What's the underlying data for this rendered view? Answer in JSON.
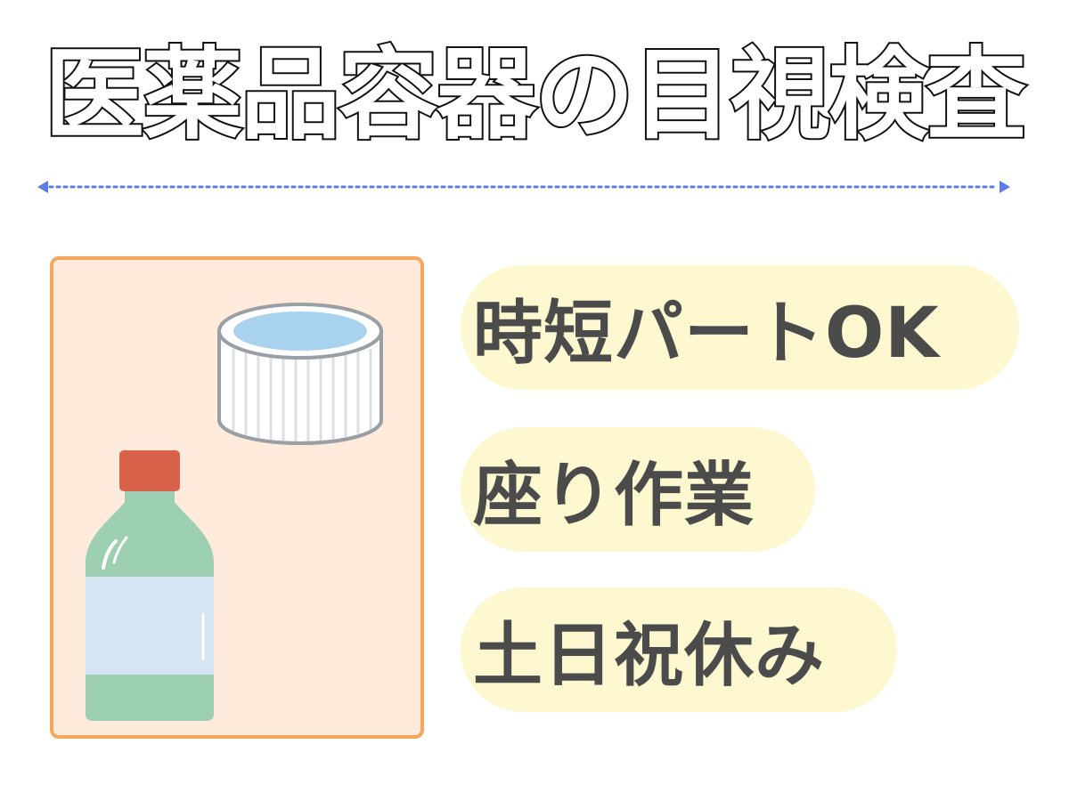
{
  "title": "医薬品容器の目視検査",
  "features": [
    {
      "label": "時短パートOK"
    },
    {
      "label": "座り作業"
    },
    {
      "label": "土日祝休み"
    }
  ],
  "colors": {
    "divider": "#5b7be8",
    "panel_bg": "#ffebdb",
    "panel_border": "#f5a75f",
    "pill_bg": "#fdf8cf",
    "text": "#4b4b4b",
    "bottle": "#9dcfb3",
    "bottle_cap": "#d9634a",
    "bottle_label": "#d5e5f3",
    "lid_top": "#a9d2ef"
  },
  "icons": [
    "double-arrow-divider-icon",
    "bottle-cap-lid-icon",
    "medicine-bottle-icon"
  ]
}
